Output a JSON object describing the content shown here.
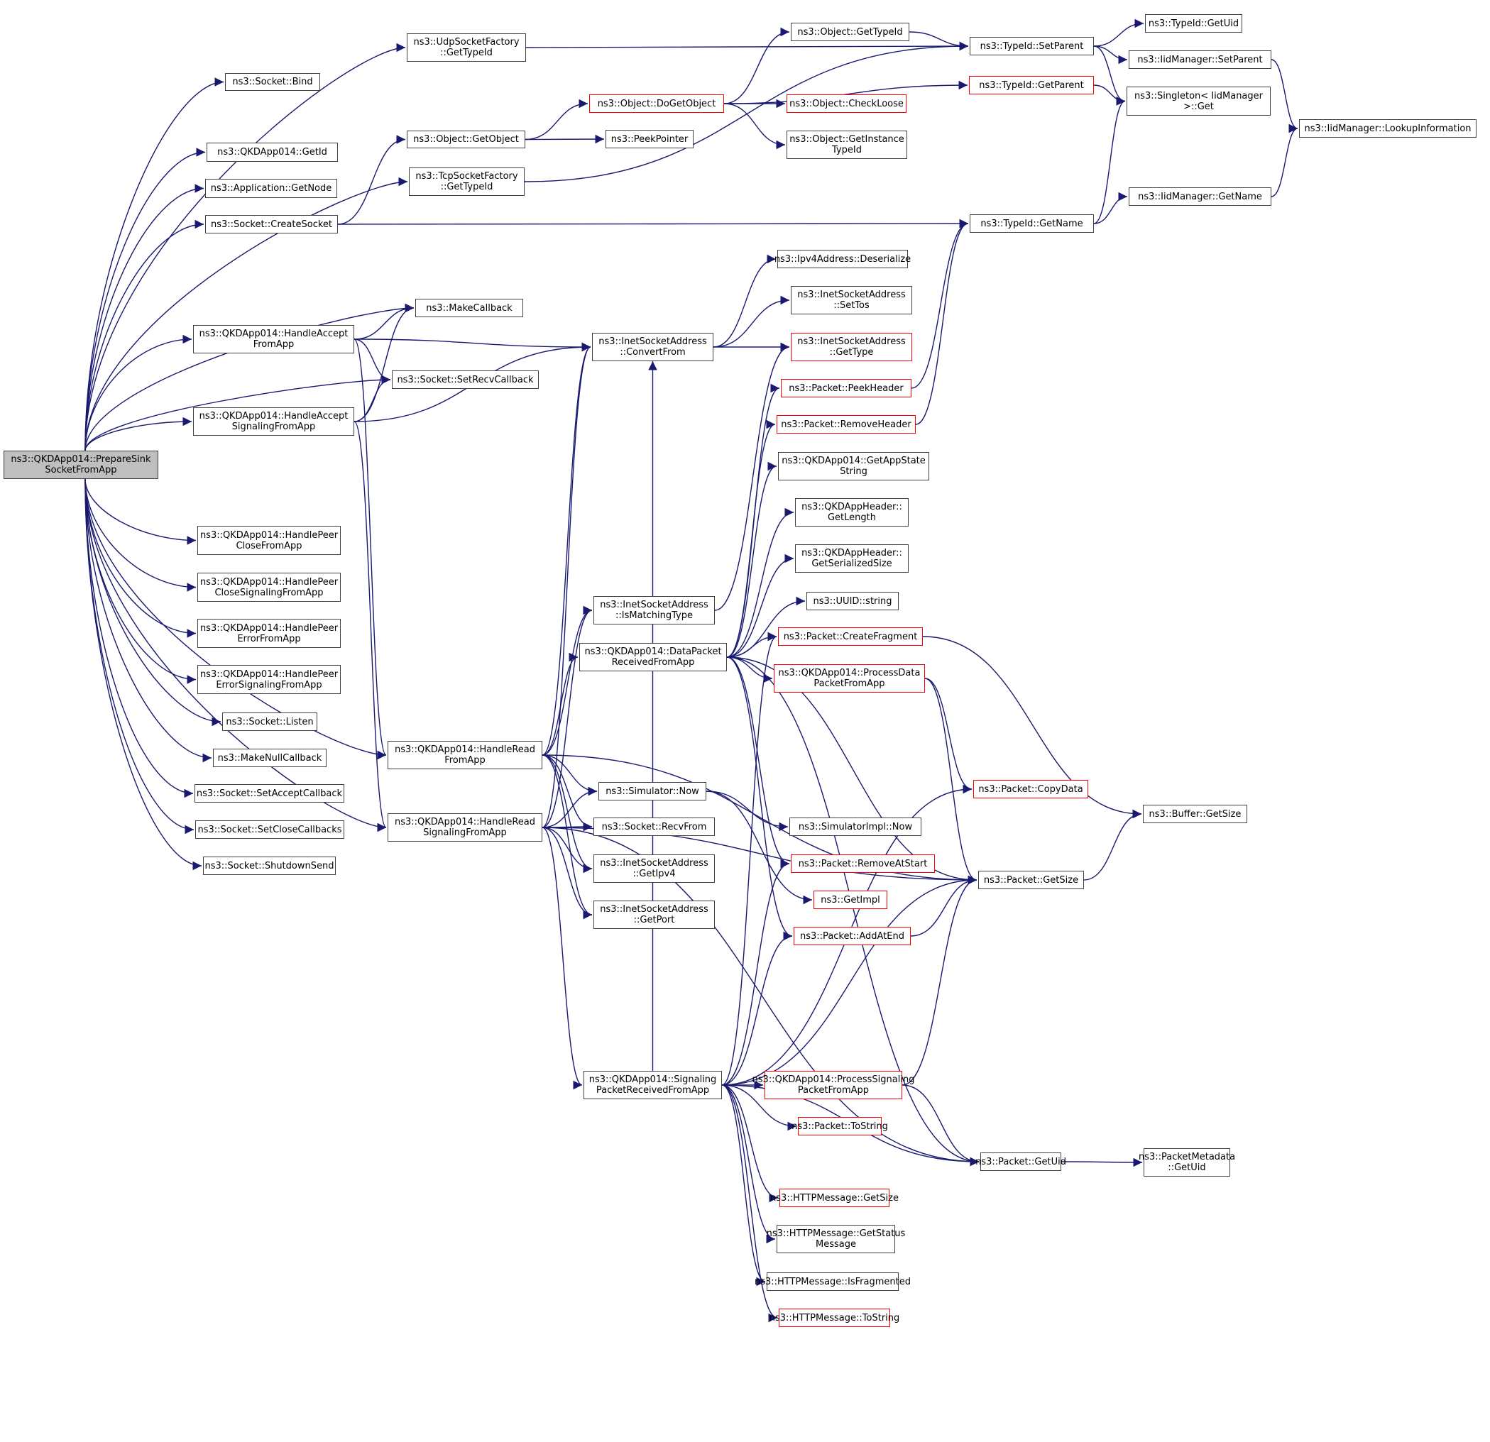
{
  "title": "ns3::QKDApp014::PrepareSinkSocketFromApp call graph",
  "colors": {
    "edge": "#191970",
    "node_border": "#404040",
    "external_border": "#ff0000",
    "root_fill": "#bfbfbf"
  },
  "nodes": [
    {
      "id": "root",
      "label": "ns3::QKDApp014::PrepareSink\nSocketFromApp",
      "style": "root"
    },
    {
      "id": "bind",
      "label": "ns3::Socket::Bind",
      "style": "normal"
    },
    {
      "id": "udpTypeId",
      "label": "ns3::UdpSocketFactory\n::GetTypeId",
      "style": "normal"
    },
    {
      "id": "getId",
      "label": "ns3::QKDApp014::GetId",
      "style": "normal"
    },
    {
      "id": "getNode",
      "label": "ns3::Application::GetNode",
      "style": "normal"
    },
    {
      "id": "createSocket",
      "label": "ns3::Socket::CreateSocket",
      "style": "normal"
    },
    {
      "id": "getObject",
      "label": "ns3::Object::GetObject",
      "style": "normal"
    },
    {
      "id": "tcpTypeId",
      "label": "ns3::TcpSocketFactory\n::GetTypeId",
      "style": "normal"
    },
    {
      "id": "makeCallback",
      "label": "ns3::MakeCallback",
      "style": "normal"
    },
    {
      "id": "acceptFromApp",
      "label": "ns3::QKDApp014::HandleAccept\nFromApp",
      "style": "normal"
    },
    {
      "id": "setRecvCb",
      "label": "ns3::Socket::SetRecvCallback",
      "style": "normal"
    },
    {
      "id": "acceptSignaling",
      "label": "ns3::QKDApp014::HandleAccept\nSignalingFromApp",
      "style": "normal"
    },
    {
      "id": "peerClose",
      "label": "ns3::QKDApp014::HandlePeer\nCloseFromApp",
      "style": "normal"
    },
    {
      "id": "peerCloseSig",
      "label": "ns3::QKDApp014::HandlePeer\nCloseSignalingFromApp",
      "style": "normal"
    },
    {
      "id": "peerError",
      "label": "ns3::QKDApp014::HandlePeer\nErrorFromApp",
      "style": "normal"
    },
    {
      "id": "peerErrorSig",
      "label": "ns3::QKDApp014::HandlePeer\nErrorSignalingFromApp",
      "style": "normal"
    },
    {
      "id": "listen",
      "label": "ns3::Socket::Listen",
      "style": "normal"
    },
    {
      "id": "makeNullCb",
      "label": "ns3::MakeNullCallback",
      "style": "normal"
    },
    {
      "id": "setAcceptCb",
      "label": "ns3::Socket::SetAcceptCallback",
      "style": "normal"
    },
    {
      "id": "setCloseCbs",
      "label": "ns3::Socket::SetCloseCallbacks",
      "style": "normal"
    },
    {
      "id": "shutdownSend",
      "label": "ns3::Socket::ShutdownSend",
      "style": "normal"
    },
    {
      "id": "readFromApp",
      "label": "ns3::QKDApp014::HandleRead\nFromApp",
      "style": "normal"
    },
    {
      "id": "readSignaling",
      "label": "ns3::QKDApp014::HandleRead\nSignalingFromApp",
      "style": "normal"
    },
    {
      "id": "doGetObject",
      "label": "ns3::Object::DoGetObject",
      "style": "external"
    },
    {
      "id": "peekPointer",
      "label": "ns3::PeekPointer",
      "style": "normal"
    },
    {
      "id": "objGetTypeId",
      "label": "ns3::Object::GetTypeId",
      "style": "normal"
    },
    {
      "id": "checkLoose",
      "label": "ns3::Object::CheckLoose",
      "style": "external"
    },
    {
      "id": "getInstanceTypeId",
      "label": "ns3::Object::GetInstance\nTypeId",
      "style": "normal"
    },
    {
      "id": "setParent",
      "label": "ns3::TypeId::SetParent",
      "style": "normal"
    },
    {
      "id": "getParent",
      "label": "ns3::TypeId::GetParent",
      "style": "external"
    },
    {
      "id": "typeIdGetName",
      "label": "ns3::TypeId::GetName",
      "style": "normal"
    },
    {
      "id": "typeIdGetUid",
      "label": "ns3::TypeId::GetUid",
      "style": "normal"
    },
    {
      "id": "iidSetParent",
      "label": "ns3::IidManager::SetParent",
      "style": "normal"
    },
    {
      "id": "singletonGet",
      "label": "ns3::Singleton< IidManager\n>::Get",
      "style": "normal"
    },
    {
      "id": "lookupInfo",
      "label": "ns3::IidManager::LookupInformation",
      "style": "normal"
    },
    {
      "id": "iidGetName",
      "label": "ns3::IidManager::GetName",
      "style": "normal"
    },
    {
      "id": "ipv4Deserialize",
      "label": "ns3::Ipv4Address::Deserialize",
      "style": "normal"
    },
    {
      "id": "setTos",
      "label": "ns3::InetSocketAddress\n::SetTos",
      "style": "normal"
    },
    {
      "id": "convertFrom",
      "label": "ns3::InetSocketAddress\n::ConvertFrom",
      "style": "normal"
    },
    {
      "id": "getType",
      "label": "ns3::InetSocketAddress\n::GetType",
      "style": "external"
    },
    {
      "id": "peekHeader",
      "label": "ns3::Packet::PeekHeader",
      "style": "external"
    },
    {
      "id": "removeHeader",
      "label": "ns3::Packet::RemoveHeader",
      "style": "external"
    },
    {
      "id": "getAppState",
      "label": "ns3::QKDApp014::GetAppState\nString",
      "style": "normal"
    },
    {
      "id": "hdrGetLength",
      "label": "ns3::QKDAppHeader::\nGetLength",
      "style": "normal"
    },
    {
      "id": "hdrSerializedSize",
      "label": "ns3::QKDAppHeader::\nGetSerializedSize",
      "style": "normal"
    },
    {
      "id": "uuidString",
      "label": "ns3::UUID::string",
      "style": "normal"
    },
    {
      "id": "isMatchingType",
      "label": "ns3::InetSocketAddress\n::IsMatchingType",
      "style": "normal"
    },
    {
      "id": "dataPacket",
      "label": "ns3::QKDApp014::DataPacket\nReceivedFromApp",
      "style": "normal"
    },
    {
      "id": "createFragment",
      "label": "ns3::Packet::CreateFragment",
      "style": "external"
    },
    {
      "id": "processData",
      "label": "ns3::QKDApp014::ProcessData\nPacketFromApp",
      "style": "external"
    },
    {
      "id": "copyData",
      "label": "ns3::Packet::CopyData",
      "style": "external"
    },
    {
      "id": "bufferGetSize",
      "label": "ns3::Buffer::GetSize",
      "style": "normal"
    },
    {
      "id": "simNow",
      "label": "ns3::Simulator::Now",
      "style": "normal"
    },
    {
      "id": "simImplNow",
      "label": "ns3::SimulatorImpl::Now",
      "style": "normal"
    },
    {
      "id": "recvFrom",
      "label": "ns3::Socket::RecvFrom",
      "style": "normal"
    },
    {
      "id": "getIpv4",
      "label": "ns3::InetSocketAddress\n::GetIpv4",
      "style": "normal"
    },
    {
      "id": "getPort",
      "label": "ns3::InetSocketAddress\n::GetPort",
      "style": "normal"
    },
    {
      "id": "removeAtStart",
      "label": "ns3::Packet::RemoveAtStart",
      "style": "external"
    },
    {
      "id": "getImpl",
      "label": "ns3::GetImpl",
      "style": "external"
    },
    {
      "id": "addAtEnd",
      "label": "ns3::Packet::AddAtEnd",
      "style": "external"
    },
    {
      "id": "packetGetSize",
      "label": "ns3::Packet::GetSize",
      "style": "normal"
    },
    {
      "id": "signalingPacket",
      "label": "ns3::QKDApp014::Signaling\nPacketReceivedFromApp",
      "style": "normal"
    },
    {
      "id": "processSignaling",
      "label": "ns3::QKDApp014::ProcessSignaling\nPacketFromApp",
      "style": "external"
    },
    {
      "id": "packetToString",
      "label": "ns3::Packet::ToString",
      "style": "external"
    },
    {
      "id": "packetGetUid",
      "label": "ns3::Packet::GetUid",
      "style": "normal"
    },
    {
      "id": "metaGetUid",
      "label": "ns3::PacketMetadata\n::GetUid",
      "style": "normal"
    },
    {
      "id": "httpGetSize",
      "label": "ns3::HTTPMessage::GetSize",
      "style": "external"
    },
    {
      "id": "httpGetStatus",
      "label": "ns3::HTTPMessage::GetStatus\nMessage",
      "style": "normal"
    },
    {
      "id": "httpIsFragmented",
      "label": "ns3::HTTPMessage::IsFragmented",
      "style": "normal"
    },
    {
      "id": "httpToString",
      "label": "ns3::HTTPMessage::ToString",
      "style": "external"
    }
  ],
  "edges": [
    [
      "root",
      "bind"
    ],
    [
      "root",
      "udpTypeId"
    ],
    [
      "root",
      "getId"
    ],
    [
      "root",
      "getNode"
    ],
    [
      "root",
      "createSocket"
    ],
    [
      "root",
      "tcpTypeId"
    ],
    [
      "root",
      "makeCallback"
    ],
    [
      "root",
      "acceptFromApp"
    ],
    [
      "root",
      "setRecvCb"
    ],
    [
      "root",
      "acceptSignaling"
    ],
    [
      "root",
      "readFromApp"
    ],
    [
      "root",
      "readSignaling"
    ],
    [
      "root",
      "peerClose"
    ],
    [
      "root",
      "peerCloseSig"
    ],
    [
      "root",
      "peerError"
    ],
    [
      "root",
      "peerErrorSig"
    ],
    [
      "root",
      "listen"
    ],
    [
      "root",
      "makeNullCb"
    ],
    [
      "root",
      "setAcceptCb"
    ],
    [
      "root",
      "setCloseCbs"
    ],
    [
      "root",
      "shutdownSend"
    ],
    [
      "udpTypeId",
      "setParent"
    ],
    [
      "tcpTypeId",
      "setParent"
    ],
    [
      "createSocket",
      "getObject"
    ],
    [
      "createSocket",
      "typeIdGetName"
    ],
    [
      "getObject",
      "doGetObject"
    ],
    [
      "getObject",
      "peekPointer"
    ],
    [
      "doGetObject",
      "objGetTypeId"
    ],
    [
      "doGetObject",
      "checkLoose"
    ],
    [
      "doGetObject",
      "getInstanceTypeId"
    ],
    [
      "doGetObject",
      "getParent"
    ],
    [
      "objGetTypeId",
      "setParent"
    ],
    [
      "setParent",
      "typeIdGetUid"
    ],
    [
      "setParent",
      "iidSetParent"
    ],
    [
      "setParent",
      "singletonGet"
    ],
    [
      "getParent",
      "singletonGet"
    ],
    [
      "iidSetParent",
      "lookupInfo"
    ],
    [
      "typeIdGetName",
      "singletonGet"
    ],
    [
      "typeIdGetName",
      "iidGetName"
    ],
    [
      "iidGetName",
      "lookupInfo"
    ],
    [
      "acceptFromApp",
      "makeCallback"
    ],
    [
      "acceptFromApp",
      "setRecvCb"
    ],
    [
      "acceptFromApp",
      "convertFrom"
    ],
    [
      "acceptFromApp",
      "readFromApp"
    ],
    [
      "acceptSignaling",
      "makeCallback"
    ],
    [
      "acceptSignaling",
      "setRecvCb"
    ],
    [
      "acceptSignaling",
      "convertFrom"
    ],
    [
      "acceptSignaling",
      "readSignaling"
    ],
    [
      "convertFrom",
      "ipv4Deserialize"
    ],
    [
      "convertFrom",
      "setTos"
    ],
    [
      "convertFrom",
      "getType"
    ],
    [
      "isMatchingType",
      "getType"
    ],
    [
      "peekHeader",
      "typeIdGetName"
    ],
    [
      "removeHeader",
      "typeIdGetName"
    ],
    [
      "readFromApp",
      "convertFrom"
    ],
    [
      "readFromApp",
      "isMatchingType"
    ],
    [
      "readFromApp",
      "dataPacket"
    ],
    [
      "readFromApp",
      "simNow"
    ],
    [
      "readFromApp",
      "recvFrom"
    ],
    [
      "readFromApp",
      "getIpv4"
    ],
    [
      "readFromApp",
      "getPort"
    ],
    [
      "readFromApp",
      "packetGetSize"
    ],
    [
      "readSignaling",
      "convertFrom"
    ],
    [
      "readSignaling",
      "isMatchingType"
    ],
    [
      "readSignaling",
      "simNow"
    ],
    [
      "readSignaling",
      "recvFrom"
    ],
    [
      "readSignaling",
      "getIpv4"
    ],
    [
      "readSignaling",
      "getPort"
    ],
    [
      "readSignaling",
      "signalingPacket"
    ],
    [
      "readSignaling",
      "packetGetSize"
    ],
    [
      "readSignaling",
      "packetGetUid"
    ],
    [
      "dataPacket",
      "peekHeader"
    ],
    [
      "dataPacket",
      "removeHeader"
    ],
    [
      "dataPacket",
      "getAppState"
    ],
    [
      "dataPacket",
      "hdrGetLength"
    ],
    [
      "dataPacket",
      "hdrSerializedSize"
    ],
    [
      "dataPacket",
      "uuidString"
    ],
    [
      "dataPacket",
      "createFragment"
    ],
    [
      "dataPacket",
      "processData"
    ],
    [
      "dataPacket",
      "packetGetSize"
    ],
    [
      "dataPacket",
      "removeAtStart"
    ],
    [
      "dataPacket",
      "addAtEnd"
    ],
    [
      "dataPacket",
      "packetGetUid"
    ],
    [
      "createFragment",
      "bufferGetSize"
    ],
    [
      "processData",
      "copyData"
    ],
    [
      "processData",
      "packetGetSize"
    ],
    [
      "packetGetSize",
      "bufferGetSize"
    ],
    [
      "simNow",
      "simImplNow"
    ],
    [
      "simNow",
      "getImpl"
    ],
    [
      "addAtEnd",
      "packetGetSize"
    ],
    [
      "signalingPacket",
      "createFragment"
    ],
    [
      "signalingPacket",
      "processSignaling"
    ],
    [
      "signalingPacket",
      "packetToString"
    ],
    [
      "signalingPacket",
      "packetGetUid"
    ],
    [
      "signalingPacket",
      "httpGetSize"
    ],
    [
      "signalingPacket",
      "httpGetStatus"
    ],
    [
      "signalingPacket",
      "httpIsFragmented"
    ],
    [
      "signalingPacket",
      "httpToString"
    ],
    [
      "signalingPacket",
      "removeAtStart"
    ],
    [
      "signalingPacket",
      "addAtEnd"
    ],
    [
      "signalingPacket",
      "copyData"
    ],
    [
      "signalingPacket",
      "packetGetSize"
    ],
    [
      "signalingPacket",
      "convertFrom"
    ],
    [
      "processSignaling",
      "packetGetSize"
    ],
    [
      "processSignaling",
      "packetGetUid"
    ],
    [
      "packetGetUid",
      "metaGetUid"
    ]
  ]
}
